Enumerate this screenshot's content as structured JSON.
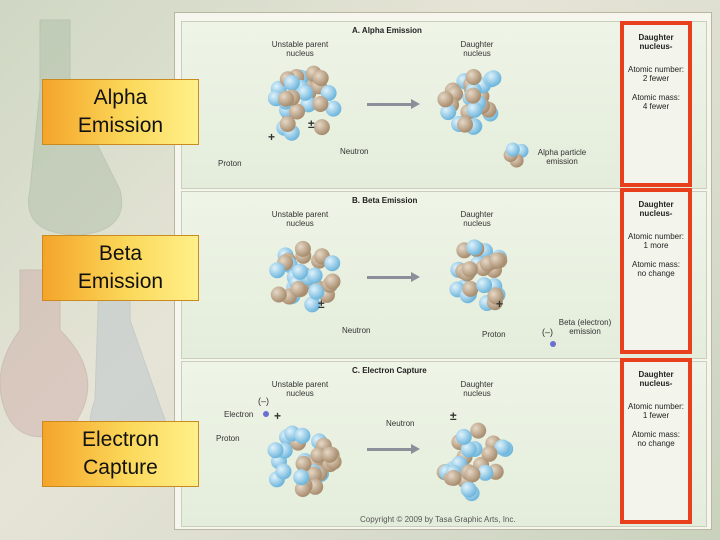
{
  "callouts": {
    "alpha": [
      "Alpha",
      "Emission"
    ],
    "beta": [
      "Beta",
      "Emission"
    ],
    "capture": [
      "Electron",
      "Capture"
    ]
  },
  "sections": {
    "a": {
      "title": "A. Alpha Emission",
      "parent": [
        "Unstable parent",
        "nucleus"
      ],
      "daughter": [
        "Daughter",
        "nucleus"
      ],
      "proton": "Proton",
      "neutron": "Neutron",
      "particle": [
        "Alpha particle",
        "emission"
      ],
      "plus": "+",
      "pm": "±"
    },
    "b": {
      "title": "B. Beta Emission",
      "parent": [
        "Unstable parent",
        "nucleus"
      ],
      "daughter": [
        "Daughter",
        "nucleus"
      ],
      "neutron": "Neutron",
      "proton": "Proton",
      "particle": [
        "Beta (electron)",
        "emission"
      ],
      "minus": "(–)",
      "plus": "+",
      "pm": "±"
    },
    "c": {
      "title": "C. Electron Capture",
      "parent": [
        "Unstable parent",
        "nucleus"
      ],
      "daughter": [
        "Daughter",
        "nucleus"
      ],
      "electron": "Electron",
      "proton": "Proton",
      "neutron": "Neutron",
      "minus": "(–)",
      "plus": "+",
      "pm": "±"
    }
  },
  "summaries": {
    "a": {
      "title": [
        "Daughter",
        "nucleus-"
      ],
      "number": [
        "Atomic number:",
        "2 fewer"
      ],
      "mass": [
        "Atomic mass:",
        "4 fewer"
      ]
    },
    "b": {
      "title": [
        "Daughter",
        "nucleus-"
      ],
      "number": [
        "Atomic number:",
        "1 more"
      ],
      "mass": [
        "Atomic mass:",
        "no change"
      ]
    },
    "c": {
      "title": [
        "Daughter",
        "nucleus-"
      ],
      "number": [
        "Atomic number:",
        "1 fewer"
      ],
      "mass": [
        "Atomic mass:",
        "no change"
      ]
    }
  },
  "copyright": "Copyright © 2009 by Tasa Graphic Arts, Inc.",
  "colors": {
    "proton": "#6fb6dc",
    "neutron": "#a88d6f",
    "callout_border": "#c98a20",
    "sidebar_border": "#e8401c",
    "arrow": "#8a8f99"
  }
}
